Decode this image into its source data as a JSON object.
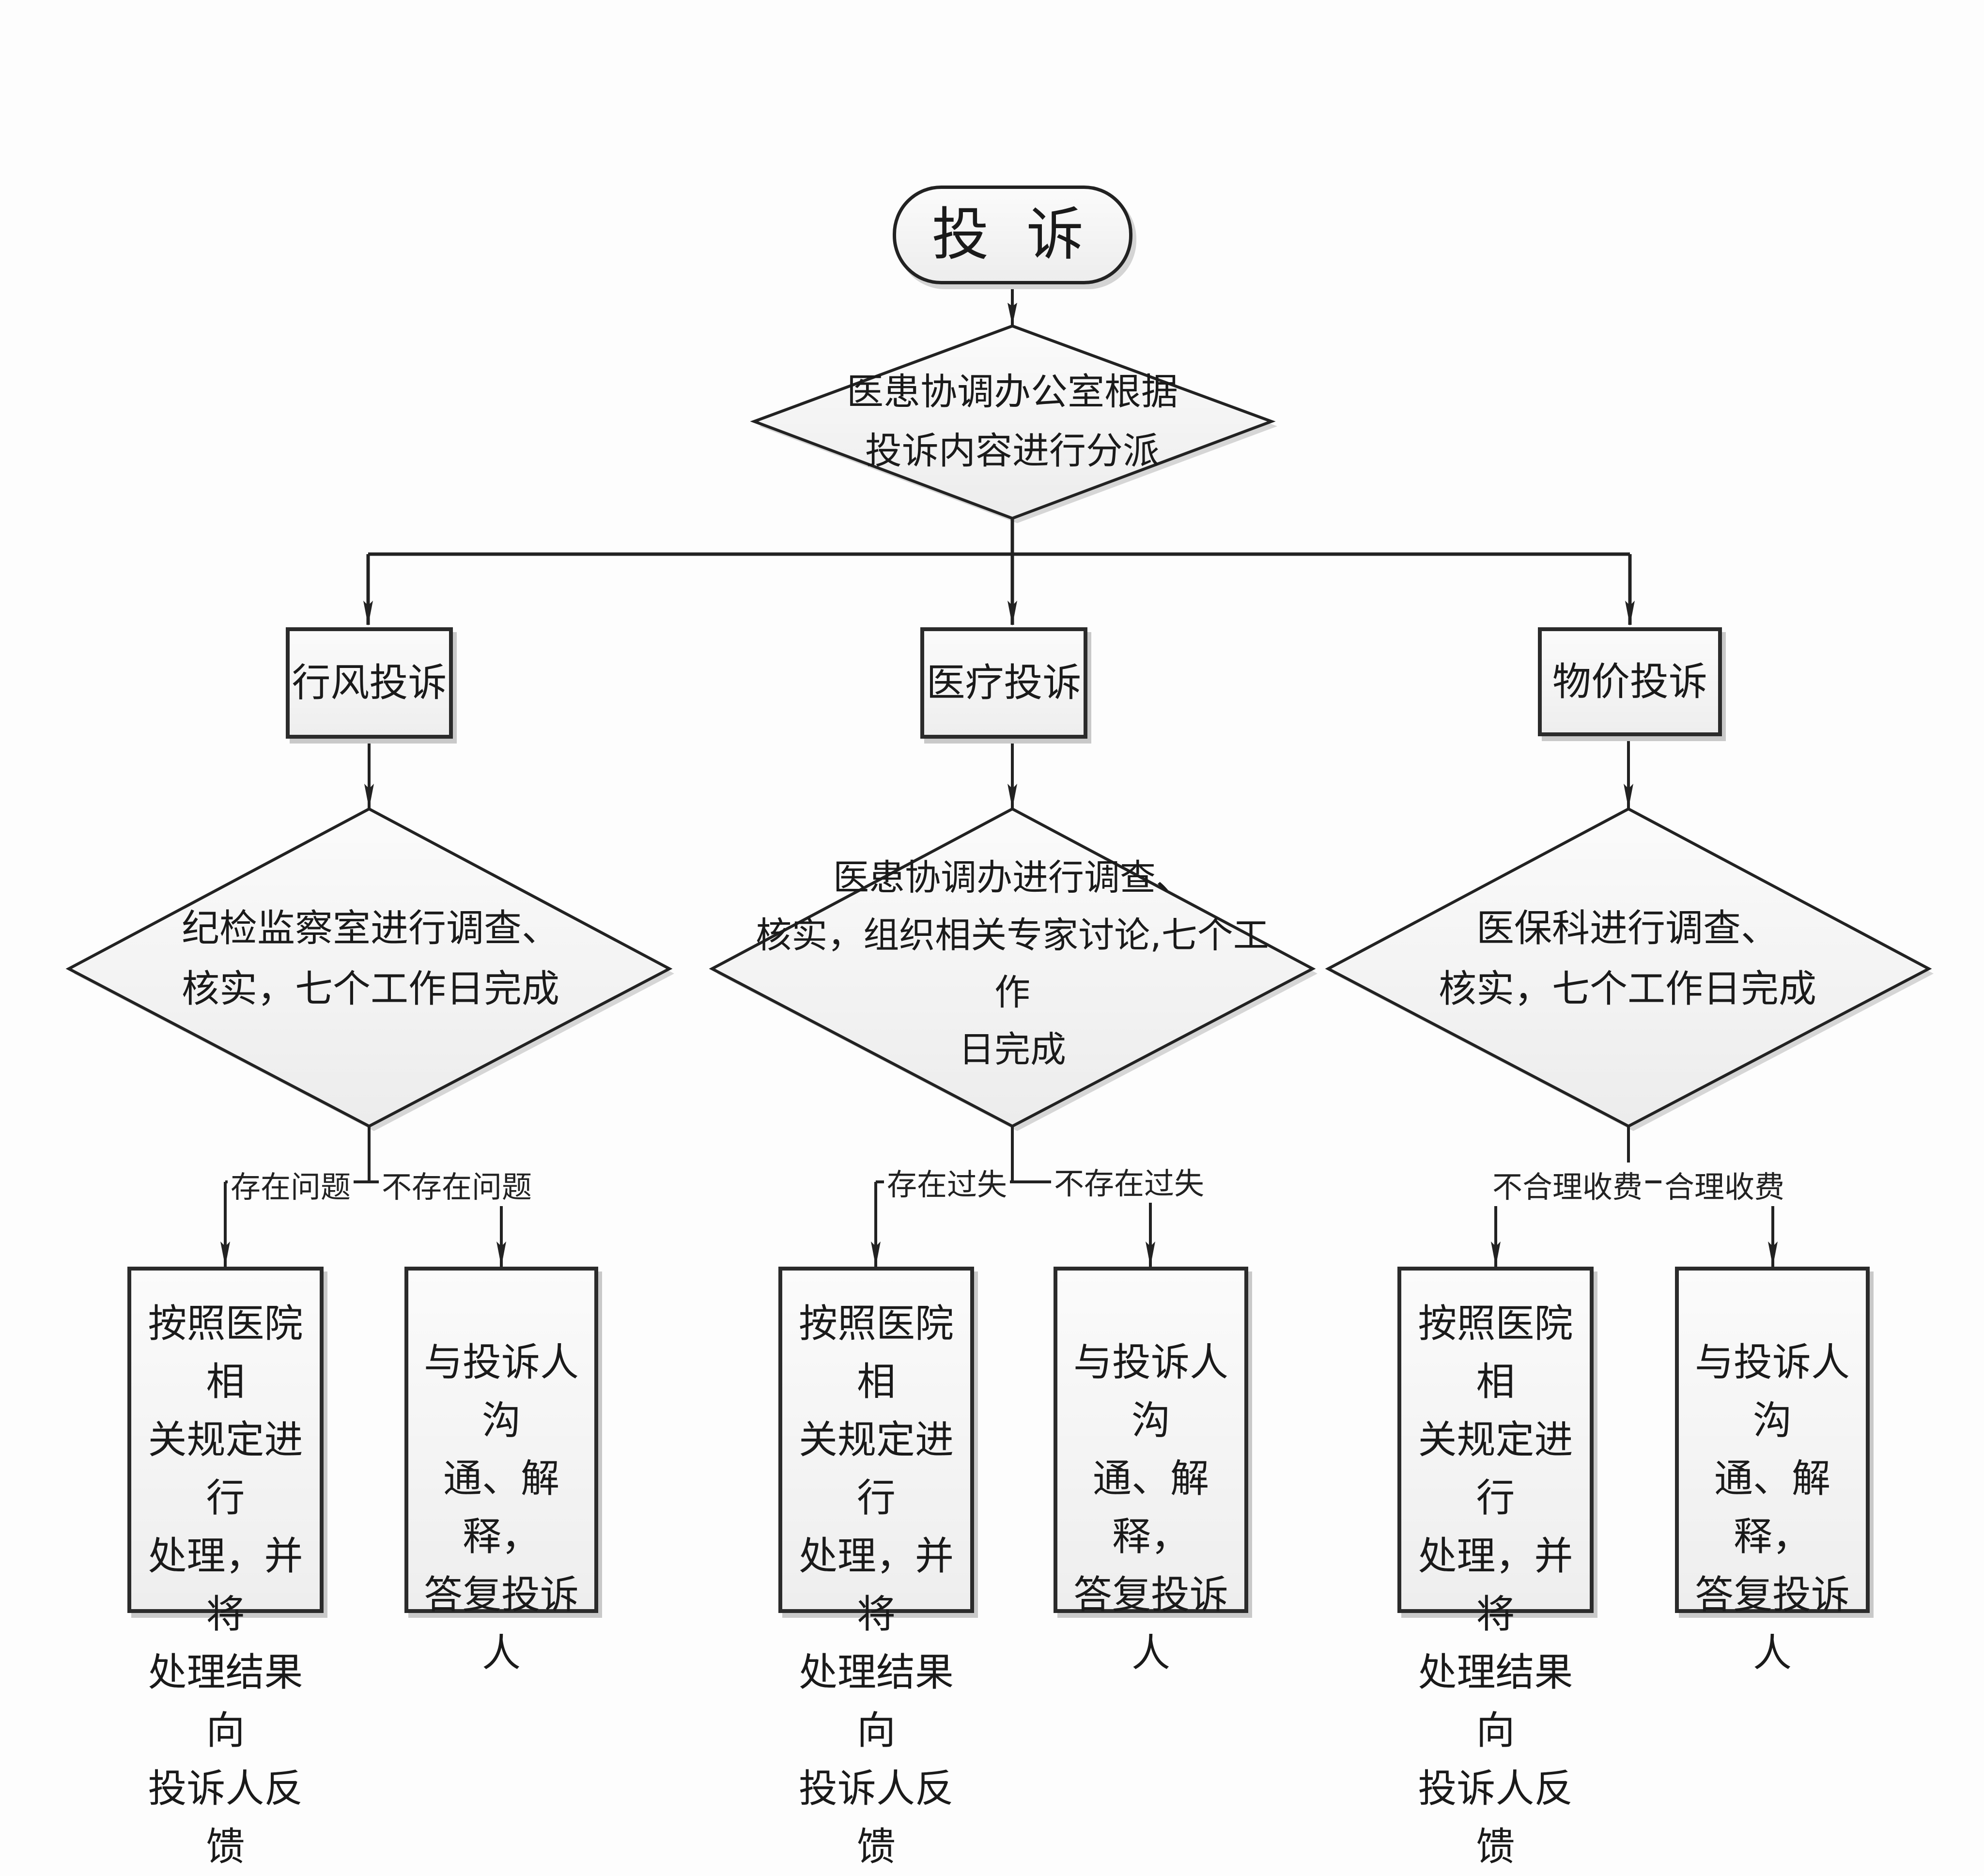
{
  "diagram": {
    "start": {
      "label": "投 诉"
    },
    "dispatch": {
      "label": "医患协调办公室根据\n投诉内容进行分派"
    },
    "branches": [
      {
        "category": "行风投诉",
        "decision": "纪检监察室进行调查、\n核实，七个工作日完成",
        "yes_label": "存在问题",
        "no_label": "不存在问题",
        "yes_action": "按照医院相\n关规定进行\n处理，并将\n处理结果向\n投诉人反馈",
        "no_action": "与投诉人沟\n通、解释，\n答复投诉人"
      },
      {
        "category": "医疗投诉",
        "decision": "医患协调办进行调查、\n核实，组织相关专家讨论,七个工作\n日完成",
        "yes_label": "存在过失",
        "no_label": "不存在过失",
        "yes_action": "按照医院相\n关规定进行\n处理，并将\n处理结果向\n投诉人反馈",
        "no_action": "与投诉人沟\n通、解释，\n答复投诉人"
      },
      {
        "category": "物价投诉",
        "decision": "医保科进行调查、\n核实，七个工作日完成",
        "yes_label": "不合理收费",
        "no_label": "合理收费",
        "yes_action": "按照医院相\n关规定进行\n处理，并将\n处理结果向\n投诉人反馈",
        "no_action": "与投诉人沟\n通、解释，\n答复投诉人"
      }
    ]
  },
  "colors": {
    "stroke": "#222222",
    "fill": "#f4f4f4",
    "background": "#fdfdfd",
    "shadow": "#c9c9c9"
  }
}
